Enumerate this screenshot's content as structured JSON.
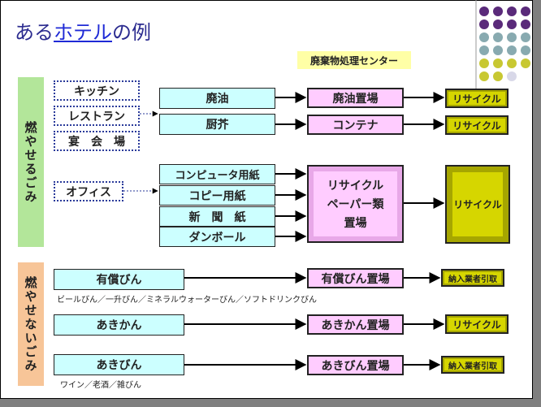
{
  "title": {
    "prefix": "ある",
    "highlight": "ホテル",
    "suffix": "の例"
  },
  "center_label": "廃棄物処理センター",
  "categories": {
    "burnable": "燃やせるごみ",
    "non_burnable": "燃やせないごみ"
  },
  "sources": {
    "kitchen": "キッチン",
    "restaurant": "レストラン",
    "banquet": "宴　会　場",
    "office": "オフィス"
  },
  "materials": {
    "waste_oil": "廃油",
    "food_waste": "厨芥",
    "computer_paper": "コンピュータ用紙",
    "copy_paper": "コピー用紙",
    "newspaper": "新　聞　紙",
    "cardboard": "ダンボール",
    "valuable_bottles": "有償びん",
    "empty_cans": "あきかん",
    "empty_bottles": "あきびん"
  },
  "storage": {
    "waste_oil_yard": "廃油置場",
    "container": "コンテナ",
    "paper_yard": [
      "リサイクル",
      "ペーパー類",
      "置場"
    ],
    "valuable_bottles_yard": "有償びん置場",
    "cans_yard": "あきかん置場",
    "bottles_yard": "あきびん置場"
  },
  "destinations": {
    "recycle": "リサイクル",
    "contractor": "納入業者引取"
  },
  "notes": {
    "valuable_bottles": "ビールびん／一升びん／ミネラルウォーターびん／ソフトドリンクびん",
    "empty_bottles": "ワイン／老酒／雑びん"
  },
  "colors": {
    "strip_burnable": "#b3e69a",
    "strip_non_burnable": "#f7c598",
    "material_box": "#ccffff",
    "storage_box": "#ffccff",
    "recycle_box": "#d6d600",
    "label_bg": "#ffffa6",
    "dot_pattern": [
      "#5a2a7a",
      "#88aab0",
      "#c8c832"
    ]
  }
}
